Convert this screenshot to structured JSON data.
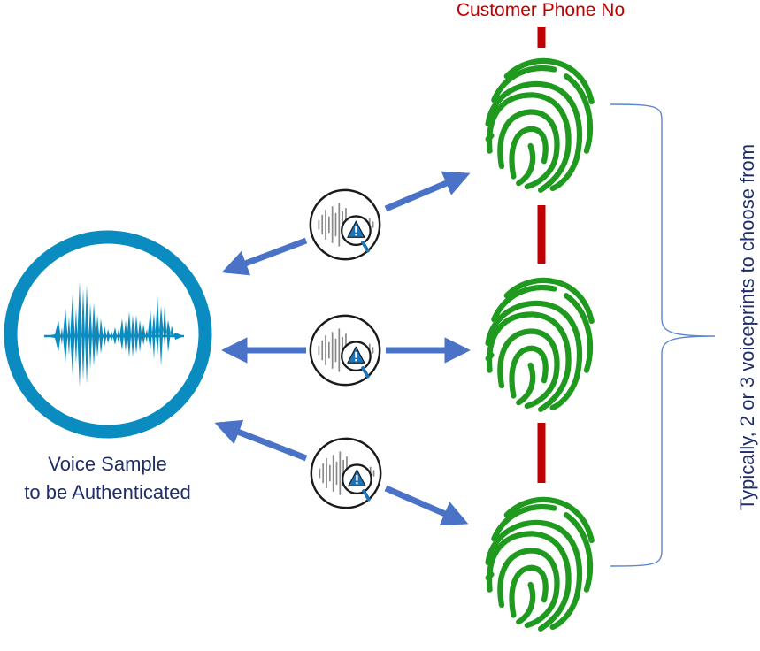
{
  "labels": {
    "phone": "Customer Phone No",
    "sample_line1": "Voice Sample",
    "sample_line2": "to be Authenticated",
    "side_note": "Typically, 2 or 3 voiceprints to choose from"
  },
  "colors": {
    "text_dark": "#1f2d6b",
    "phone_red": "#c00000",
    "circle_blue": "#0a8cc0",
    "arrow_blue": "#4a73c8",
    "fingerprint_green": "#1f9a1f",
    "brace_blue": "#5b86d0",
    "warning_blue": "#1b73b8"
  },
  "icons": {
    "voice_sample": "sound-wave-circle-icon",
    "voiceprint": "fingerprint-icon",
    "comparison": "audio-warning-magnifier-icon"
  }
}
